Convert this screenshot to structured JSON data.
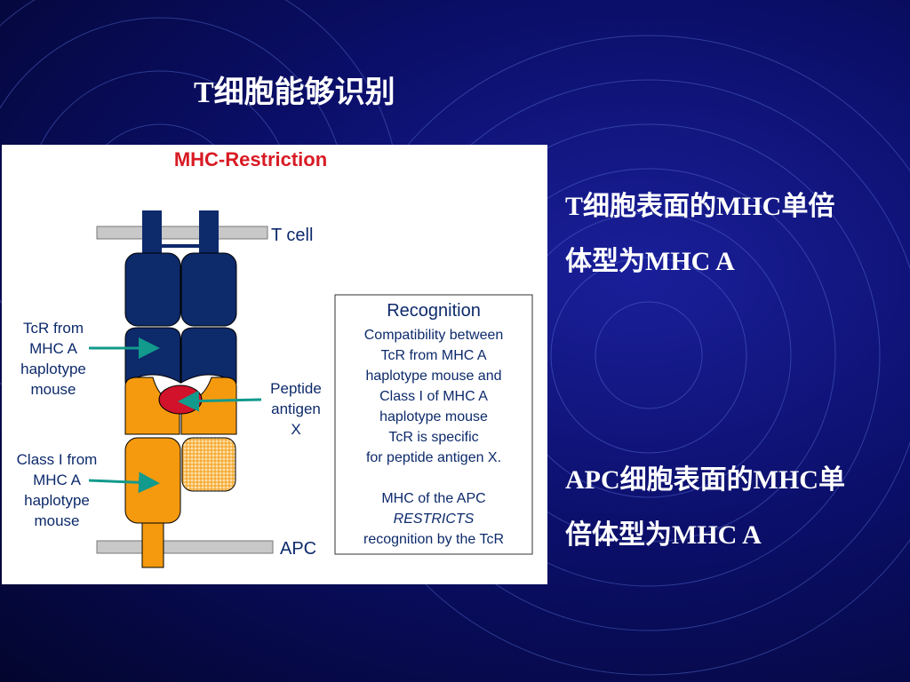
{
  "slide": {
    "title": "T细胞能够识别"
  },
  "figure": {
    "title": "MHC-Restriction",
    "t_cell_label": "T cell",
    "apc_label": "APC",
    "tcr_label": [
      "TcR from",
      "MHC A",
      "haplotype",
      "mouse"
    ],
    "class1_label": [
      "Class I from",
      "MHC A",
      "haplotype",
      "mouse"
    ],
    "peptide_label": [
      "Peptide",
      "antigen",
      "X"
    ],
    "recognition_box": {
      "heading": "Recognition",
      "body": [
        "Compatibility between",
        "TcR from MHC A",
        "haplotype mouse and",
        "Class I of MHC A",
        "haplotype mouse",
        "TcR is specific",
        "for peptide antigen X."
      ],
      "restrict_lines": [
        "MHC of the APC",
        "RESTRICTS",
        "recognition by the TcR"
      ]
    },
    "colors": {
      "tcr": "#0d2a6b",
      "mhc": "#f59a0e",
      "peptide": "#d1122a",
      "arrow": "#129a8c",
      "title": "#d81a24",
      "membrane": "#c8c8c8"
    }
  },
  "notes": {
    "t_cell_note": [
      "T细胞表面的MHC单倍",
      "体型为MHC A"
    ],
    "apc_note": [
      "APC细胞表面的MHC单",
      "倍体型为MHC A"
    ]
  }
}
